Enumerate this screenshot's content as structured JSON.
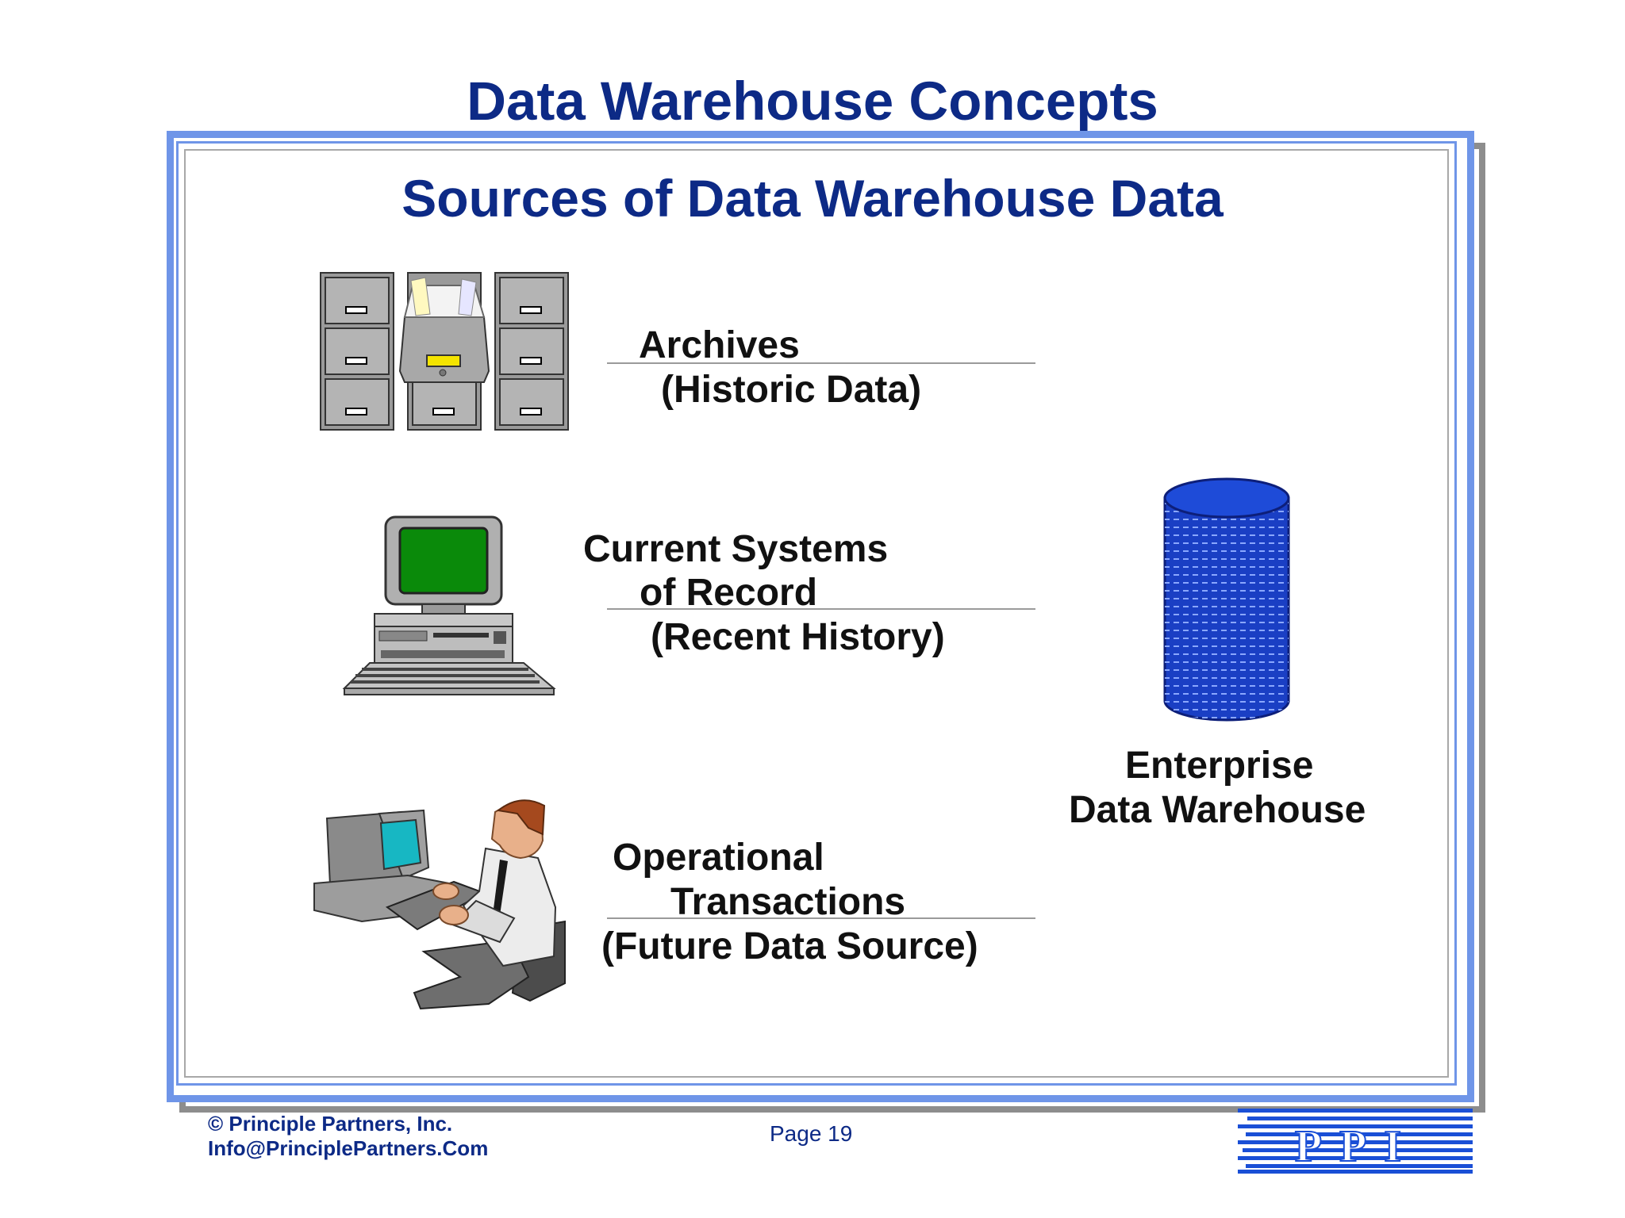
{
  "header": {
    "title": "Data Warehouse Concepts"
  },
  "slide": {
    "subtitle": "Sources of Data Warehouse Data",
    "sources": [
      {
        "icon": "filing-cabinets-icon",
        "line1": "Archives",
        "line2": "(Historic Data)"
      },
      {
        "icon": "computer-workstation-icon",
        "line1": "Current Systems",
        "line2": "of Record",
        "line3": "(Recent History)"
      },
      {
        "icon": "person-at-computer-icon",
        "line1": "Operational",
        "line2": "Transactions",
        "line3": "(Future Data Source)"
      }
    ],
    "warehouse": {
      "icon": "database-cylinder-icon",
      "line1": "Enterprise",
      "line2": "Data Warehouse"
    }
  },
  "footer": {
    "copyright": "© Principle Partners, Inc.",
    "email": "Info@PrinciplePartners.Com",
    "page": "Page 19",
    "logo_text": "PPI"
  },
  "colors": {
    "title": "#0d2a86",
    "frame": "#6f95e8",
    "cylinder": "#1a3fc4"
  }
}
